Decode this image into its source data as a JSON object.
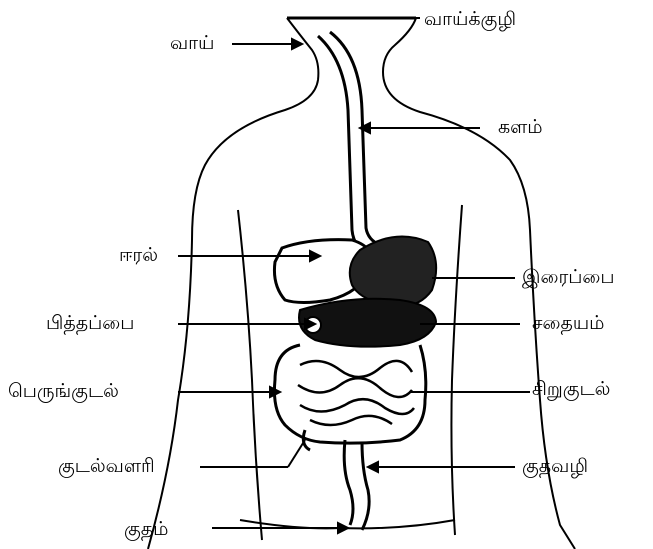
{
  "diagram": {
    "labels": {
      "mouth": "வாய்",
      "pharynx": "வாய்க்குழி",
      "esophagus": "களம்",
      "liver": "ஈரல்",
      "stomach": "இரைப்பை",
      "gallbladder": "பித்தப்பை",
      "pancreas": "சதையம்",
      "large_intestine": "பெருங்குடல்",
      "small_intestine": "சிறுகுடல்",
      "appendix": "குடல்வளரி",
      "rectum": "குதவழி",
      "anus": "குதம்"
    }
  }
}
